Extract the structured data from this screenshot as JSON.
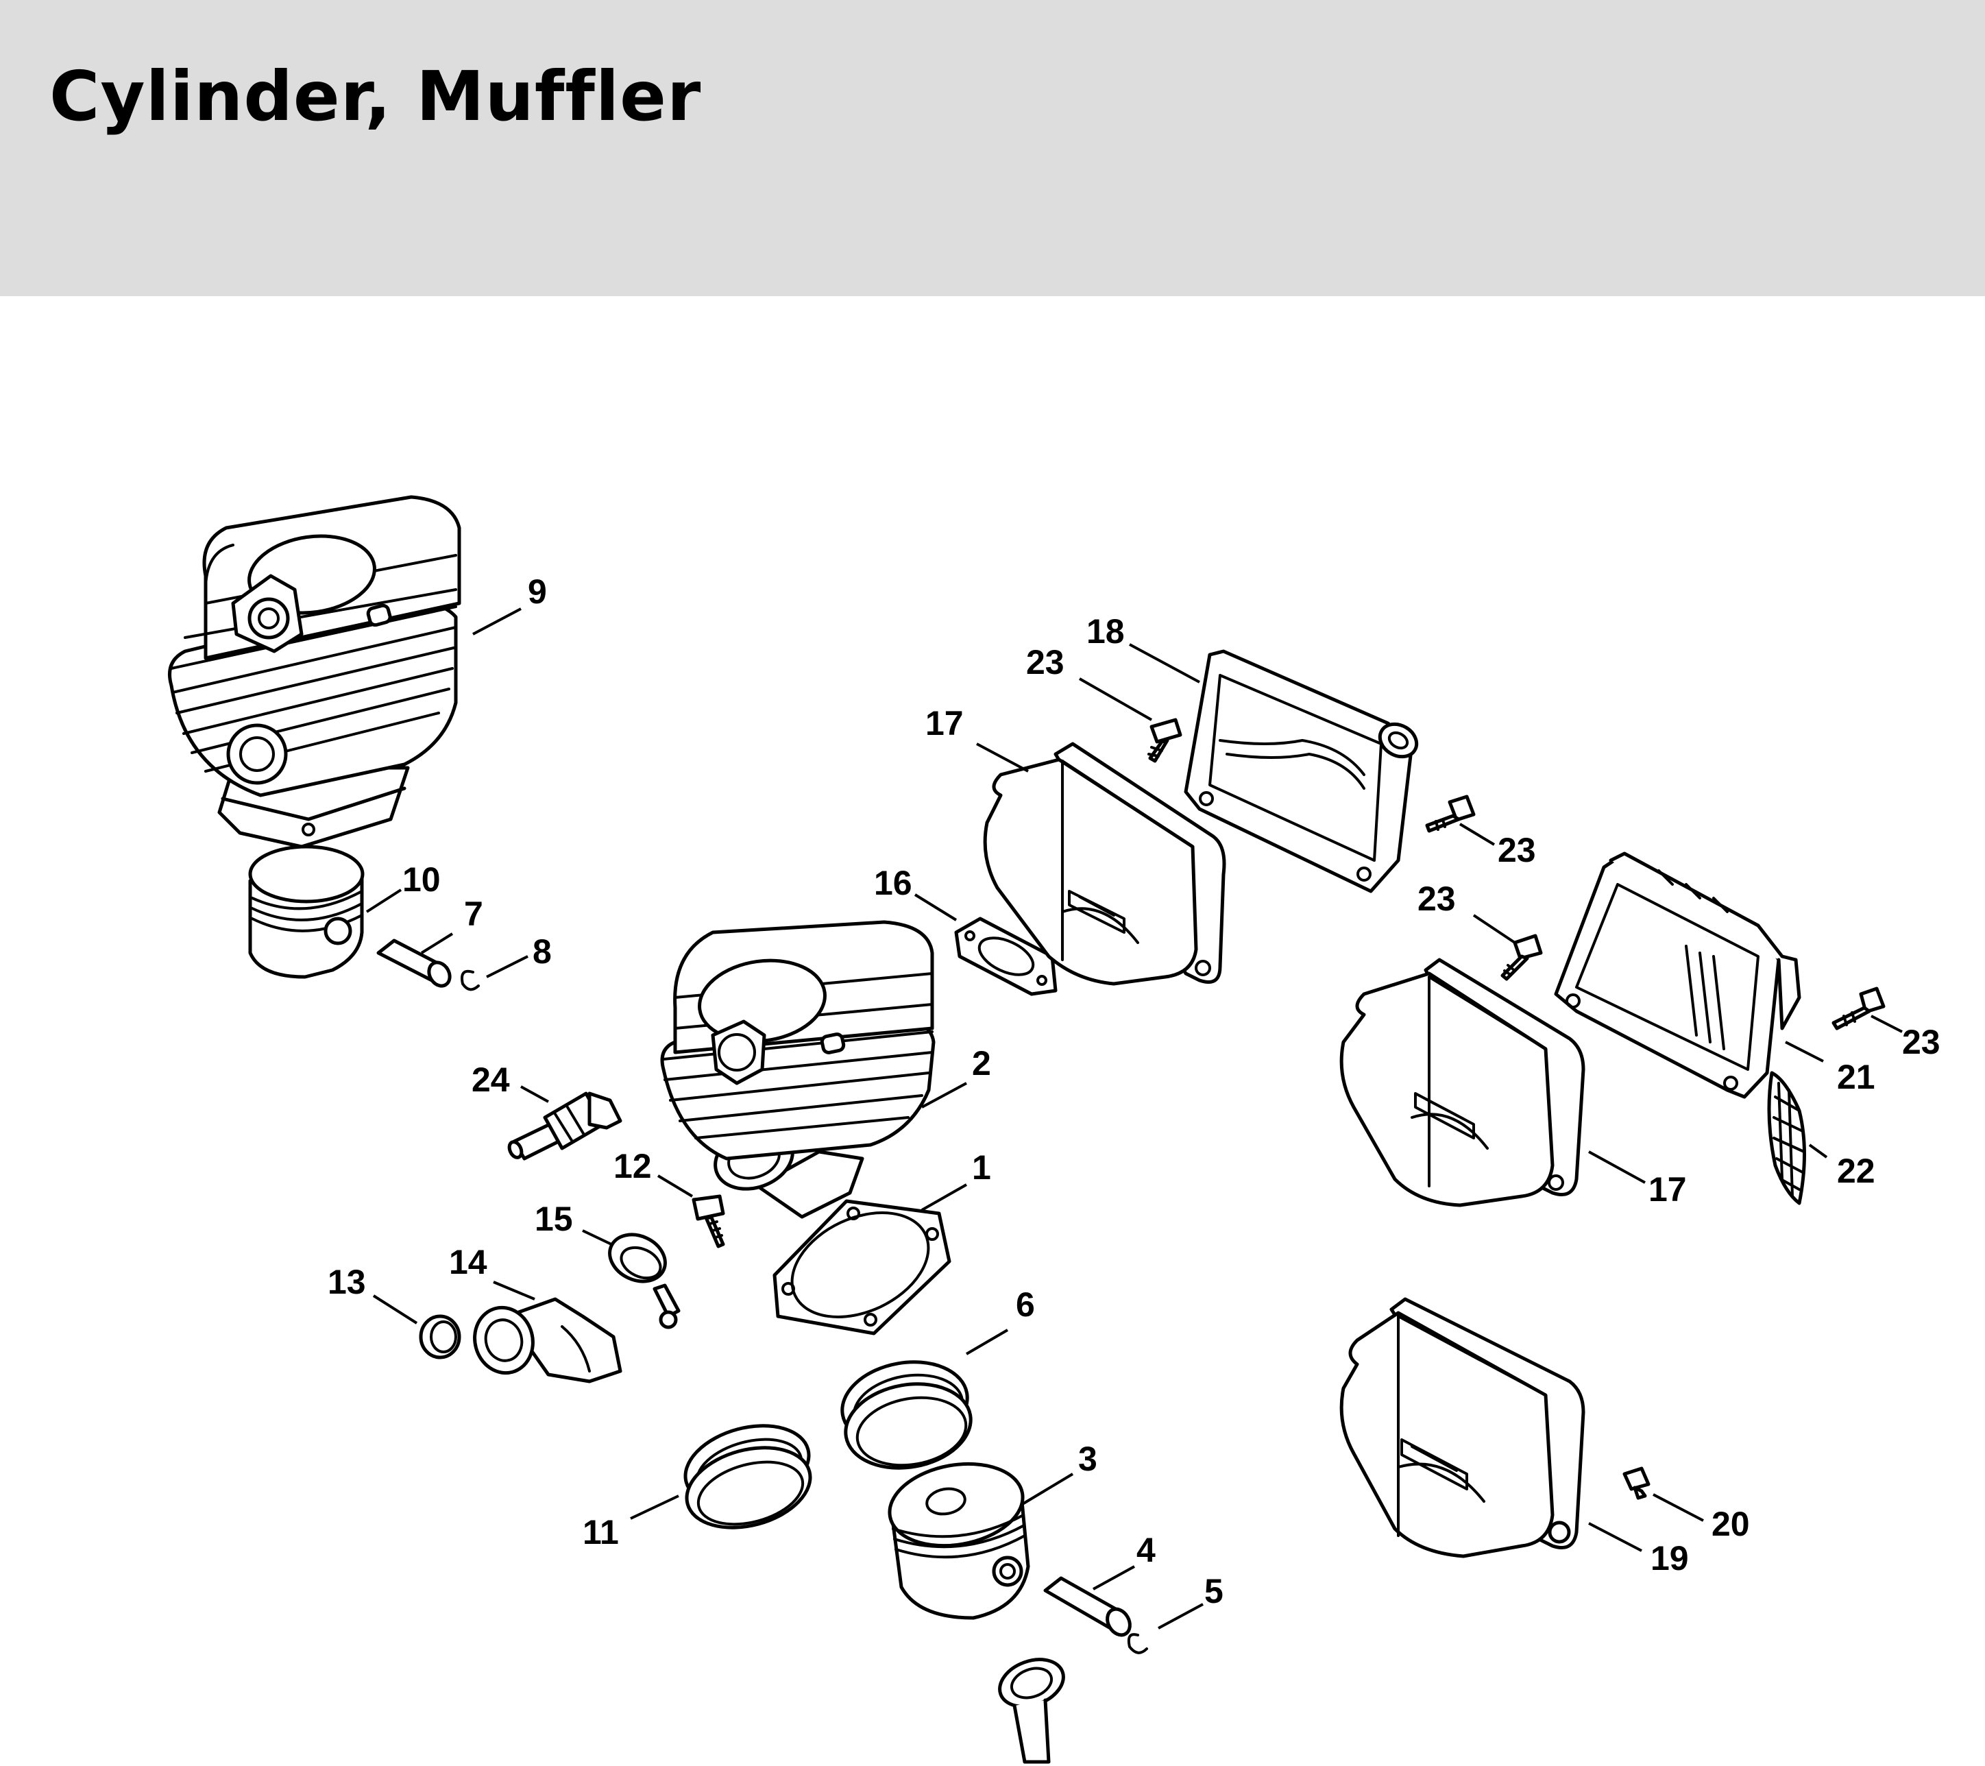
{
  "header": {
    "title": "Cylinder, Muffler",
    "background_color": "#dcdddc"
  },
  "parts": [
    {
      "id": "cylinder-large",
      "icon": "cylinder-icon"
    },
    {
      "id": "piston-small",
      "icon": "piston-icon"
    },
    {
      "id": "piston-pin-upper",
      "icon": "pin-icon"
    },
    {
      "id": "circlip-upper",
      "icon": "circlip-icon"
    },
    {
      "id": "cylinder",
      "icon": "cylinder-icon"
    },
    {
      "id": "spark-plug",
      "icon": "spark-plug-icon"
    },
    {
      "id": "screw-12",
      "icon": "screw-icon"
    },
    {
      "id": "clamp",
      "icon": "hose-clamp-icon"
    },
    {
      "id": "intake-manifold",
      "icon": "intake-manifold-icon"
    },
    {
      "id": "sleeve",
      "icon": "sleeve-icon"
    },
    {
      "id": "cylinder-gasket",
      "icon": "gasket-icon"
    },
    {
      "id": "piston-rings",
      "icon": "piston-ring-icon"
    },
    {
      "id": "piston-rings-11",
      "icon": "piston-ring-icon"
    },
    {
      "id": "piston",
      "icon": "piston-icon"
    },
    {
      "id": "piston-pin",
      "icon": "pin-icon"
    },
    {
      "id": "circlip",
      "icon": "circlip-icon"
    },
    {
      "id": "connecting-rod",
      "icon": "connecting-rod-icon"
    },
    {
      "id": "muffler-gasket",
      "icon": "gasket-icon"
    },
    {
      "id": "muffler-upper",
      "icon": "muffler-icon"
    },
    {
      "id": "muffler-cover-upper",
      "icon": "muffler-cover-icon"
    },
    {
      "id": "muffler-mid",
      "icon": "muffler-icon"
    },
    {
      "id": "muffler-cover-21",
      "icon": "muffler-cover-icon"
    },
    {
      "id": "spark-arrestor-screen",
      "icon": "screen-icon"
    },
    {
      "id": "muffler-lower",
      "icon": "muffler-icon"
    },
    {
      "id": "screw-20",
      "icon": "screw-icon"
    },
    {
      "id": "screw-23",
      "icon": "screw-icon"
    }
  ],
  "callouts": [
    {
      "label": "9"
    },
    {
      "label": "10"
    },
    {
      "label": "7"
    },
    {
      "label": "8"
    },
    {
      "label": "24"
    },
    {
      "label": "2"
    },
    {
      "label": "12"
    },
    {
      "label": "1"
    },
    {
      "label": "15"
    },
    {
      "label": "14"
    },
    {
      "label": "13"
    },
    {
      "label": "6"
    },
    {
      "label": "11"
    },
    {
      "label": "3"
    },
    {
      "label": "4"
    },
    {
      "label": "5"
    },
    {
      "label": "16"
    },
    {
      "label": "17"
    },
    {
      "label": "18"
    },
    {
      "label": "23"
    },
    {
      "label": "23"
    },
    {
      "label": "23"
    },
    {
      "label": "23"
    },
    {
      "label": "21"
    },
    {
      "label": "22"
    },
    {
      "label": "17"
    },
    {
      "label": "20"
    },
    {
      "label": "19"
    }
  ]
}
